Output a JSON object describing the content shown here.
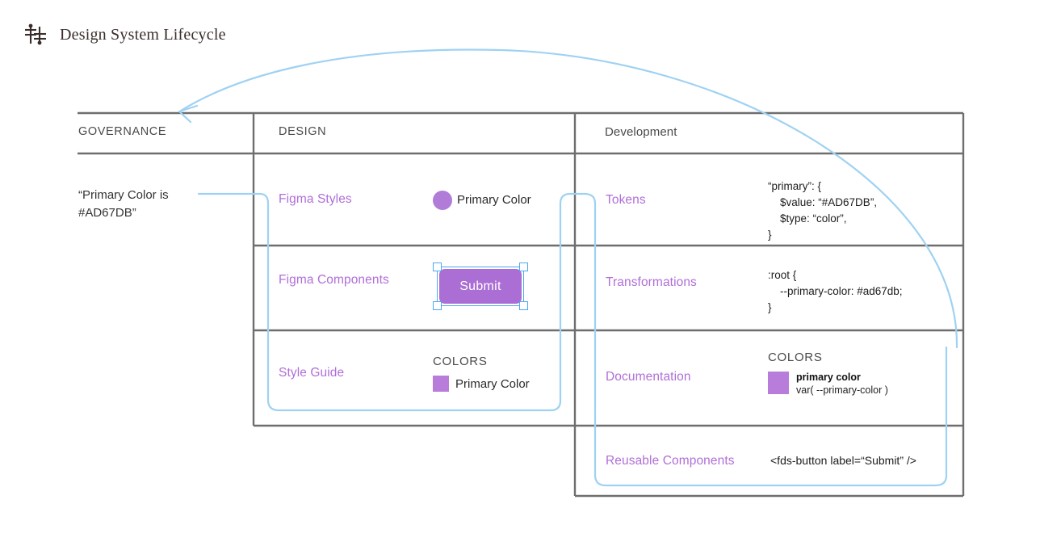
{
  "header": {
    "icon": "lifecycle-icon",
    "title": "Design System Lifecycle"
  },
  "colors": {
    "primary_hex_upper": "#AD67DB",
    "primary_hex_lower": "#ad67db",
    "swatch_fill": "#b07cd8",
    "row_label_purple": "#b06fd8",
    "connector_blue": "#9fd2f2",
    "selection_blue": "#4ea8f0",
    "table_line": "#6e6e6e"
  },
  "columns": [
    {
      "id": "governance",
      "label": "GOVERNANCE"
    },
    {
      "id": "design",
      "label": "DESIGN"
    },
    {
      "id": "development",
      "label": "Development"
    }
  ],
  "governance": {
    "statement_line1": "“Primary Color is",
    "statement_line2": "#AD67DB”"
  },
  "design_rows": [
    {
      "id": "figma-styles",
      "label": "Figma Styles"
    },
    {
      "id": "figma-components",
      "label": "Figma Components"
    },
    {
      "id": "style-guide",
      "label": "Style Guide"
    }
  ],
  "development_rows": [
    {
      "id": "tokens",
      "label": "Tokens"
    },
    {
      "id": "transformations",
      "label": "Transformations"
    },
    {
      "id": "documentation",
      "label": "Documentation"
    },
    {
      "id": "reusable-components",
      "label": "Reusable Components"
    }
  ],
  "design_content": {
    "figma_style_swatch_label": "Primary Color",
    "submit_button_label": "Submit",
    "style_guide_heading": "COLORS",
    "style_guide_swatch_label": "Primary Color"
  },
  "development_content": {
    "tokens_code_line1": "“primary”: {",
    "tokens_code_line2": "    $value: “#AD67DB”,",
    "tokens_code_line3": "    $type: “color”,",
    "tokens_code_line4": "}",
    "transformations_code_line1": ":root {",
    "transformations_code_line2": "    --primary-color: #ad67db;",
    "transformations_code_line3": "}",
    "documentation_heading": "COLORS",
    "documentation_token_name": "primary color",
    "documentation_token_var": "var( --primary-color )",
    "reusable_component_code": "<fds-button label=“Submit” />"
  }
}
